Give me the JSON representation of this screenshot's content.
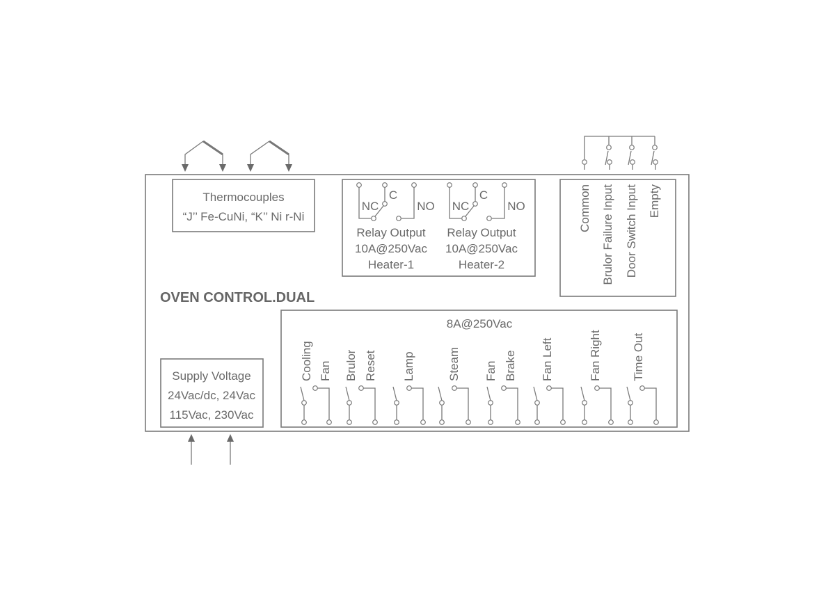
{
  "title": "OVEN CONTROL.DUAL",
  "thermocouples": {
    "heading": "Thermocouples",
    "types": "“J’’ Fe-CuNi, “K’’ Ni r-Ni"
  },
  "relays": [
    {
      "nc": "NC",
      "c": "C",
      "no": "NO",
      "line1": "Relay Output",
      "line2": "10A@250Vac",
      "line3": "Heater-1"
    },
    {
      "nc": "NC",
      "c": "C",
      "no": "NO",
      "line1": "Relay Output",
      "line2": "10A@250Vac",
      "line3": "Heater-2"
    }
  ],
  "inputs": [
    "Common",
    "Brulor Failure Input",
    "Door Switch Input",
    "Empty"
  ],
  "outputs": {
    "rating": "8A@250Vac",
    "groups": [
      [
        "Cooling",
        "Fan"
      ],
      [
        "Brulor",
        "Reset"
      ],
      [
        "Lamp"
      ],
      [
        "Steam"
      ],
      [
        "Fan",
        "Brake"
      ],
      [
        "Fan Left"
      ],
      [
        "Fan Right"
      ],
      [
        "Time Out"
      ]
    ]
  },
  "supply": {
    "heading": "Supply Voltage",
    "line1": "24Vac/dc, 24Vac",
    "line2": "115Vac, 230Vac"
  },
  "colors": {
    "line": "#7a7a7a",
    "text": "#6a6a6a"
  }
}
